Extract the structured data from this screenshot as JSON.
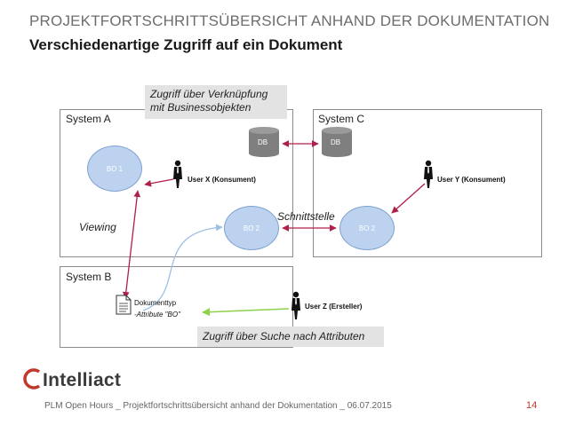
{
  "header": {
    "title": "PROJEKTFORTSCHRITTSÜBERSICHT ANHAND DER DOKUMENTATION",
    "subtitle": "Verschiedenartige Zugriff auf ein Dokument"
  },
  "diagram": {
    "systems": {
      "a": "System A",
      "b": "System B",
      "c": "System C"
    },
    "callouts": {
      "link_line1": "Zugriff über Verknüpfung",
      "link_line2": "mit Businessobjekten",
      "search": "Zugriff über Suche nach Attributen"
    },
    "nodes": {
      "bo1": "BO 1",
      "bo2_a": "BO 2",
      "bo2_c": "BO 2",
      "db_a": "DB",
      "db_c": "DB"
    },
    "users": {
      "x": "User X (Konsument)",
      "y": "User Y (Konsument)",
      "z": "User Z (Ersteller)"
    },
    "document": {
      "line1": "Dokumenttyp",
      "line2": "-Attribute \"BO\""
    },
    "labels": {
      "viewing": "Viewing",
      "interface": "Schnittstelle"
    },
    "colors": {
      "system_border": "#8c8c8c",
      "bo_fill": "#bcd2ee",
      "bo_border": "#7ea2d1",
      "db_fill": "#7f7f7f",
      "red_arrow": "#b01f4a",
      "blue_arrow": "#9cc0e6",
      "green_arrow": "#8dd24a",
      "logo_ring": "#c0392b"
    }
  },
  "logo": {
    "brand": "Intelliact",
    "icon": "intelliact-ring-logo"
  },
  "footer": {
    "text": "PLM Open Hours _ Projektfortschrittsübersicht anhand der Dokumentation _ 06.07.2015",
    "page": "14"
  }
}
